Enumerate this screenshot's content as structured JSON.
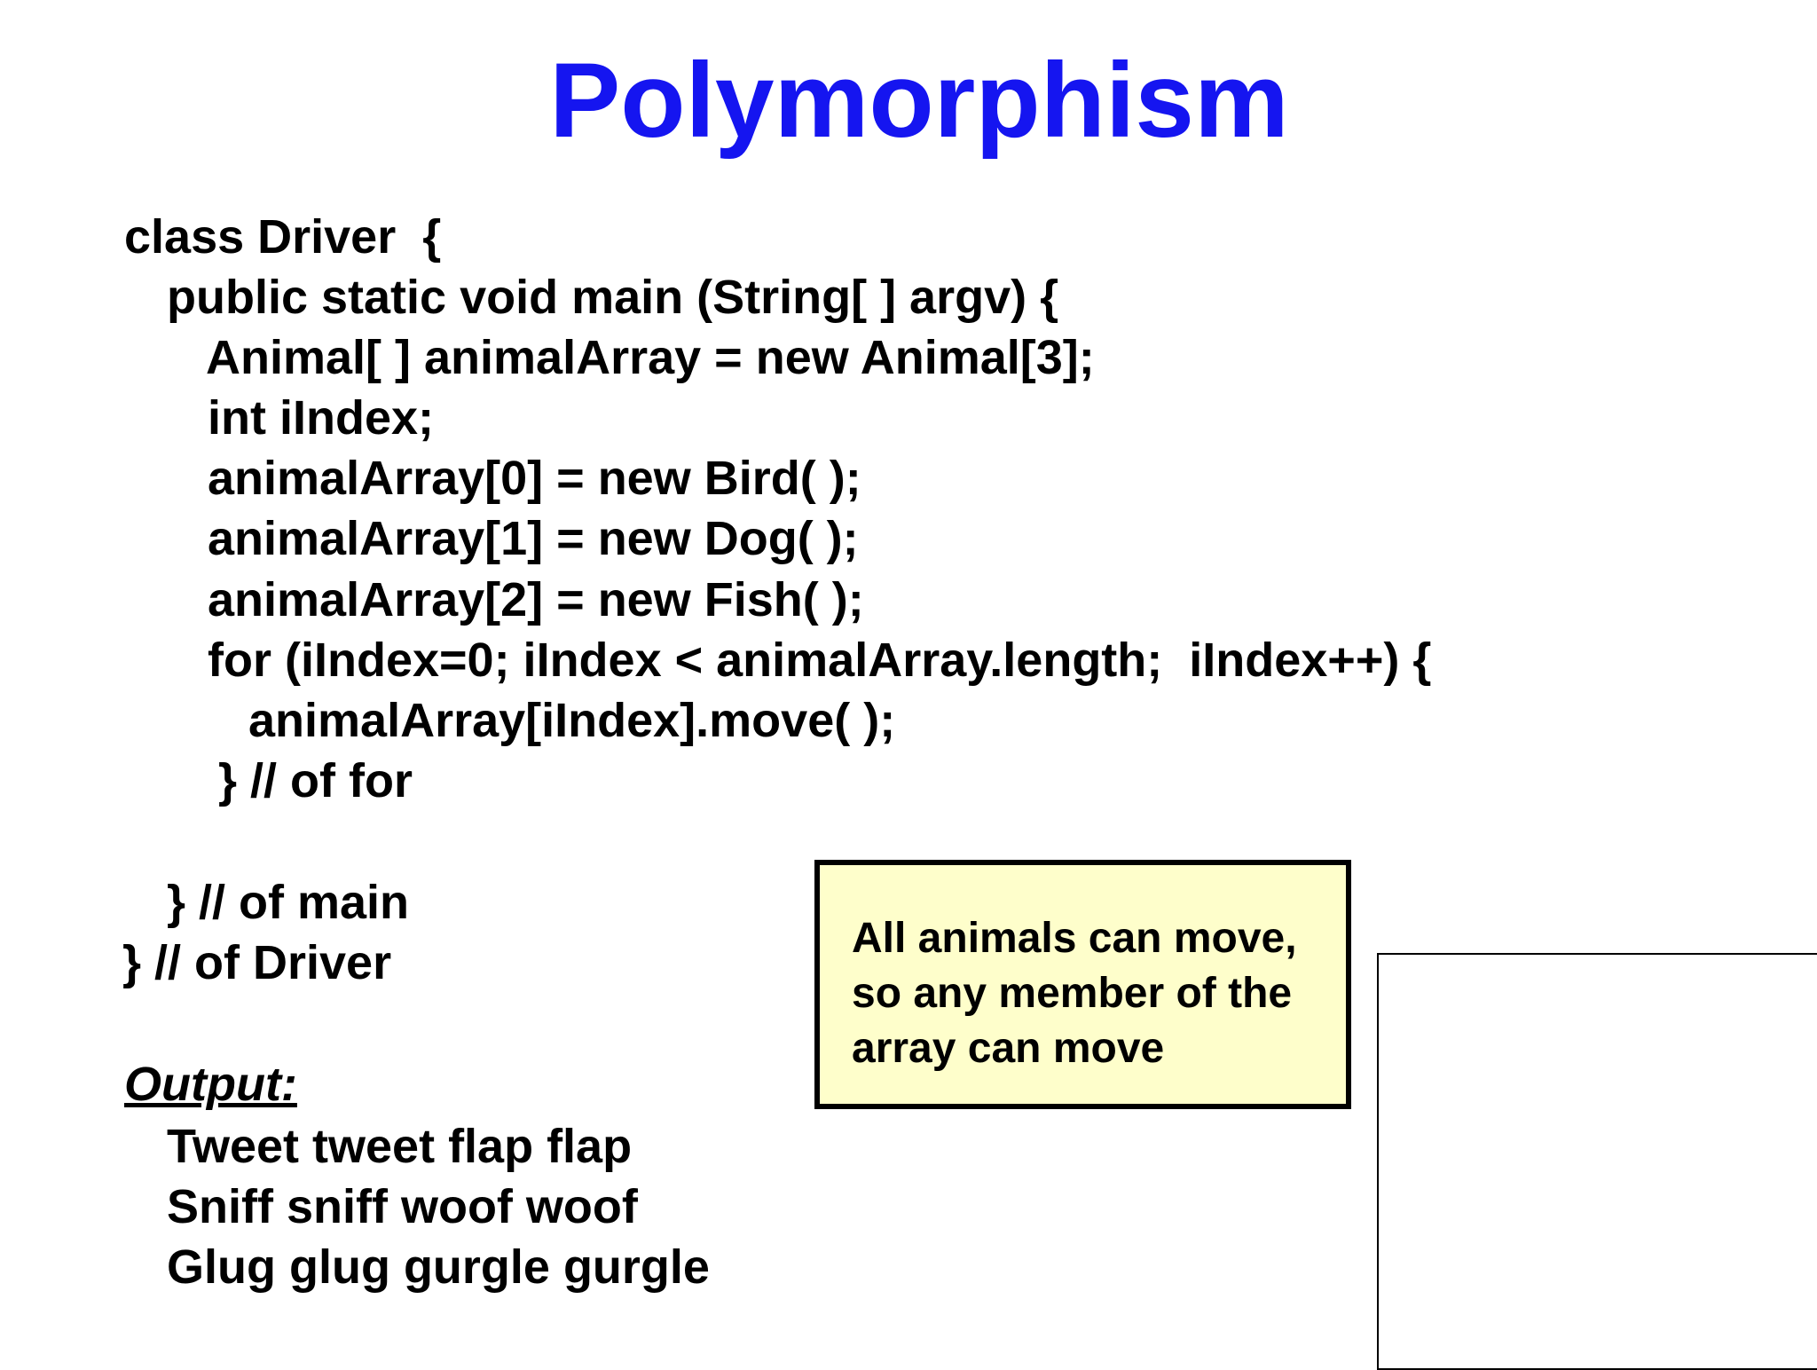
{
  "title": "Polymorphism",
  "code_lines": [
    "class Driver  {",
    "public static void main (String[ ] argv) {",
    "Animal[ ] animalArray = new Animal[3];",
    "int iIndex;",
    "animalArray[0] = new Bird( );",
    "animalArray[1] = new Dog( );",
    "animalArray[2] = new Fish( );",
    "for (iIndex=0; iIndex < animalArray.length;  iIndex++) {",
    "animalArray[iIndex].move( );",
    "} // of for",
    "} // of main",
    "} // of Driver"
  ],
  "output": {
    "heading": "Output:",
    "lines": [
      "Tweet tweet flap flap",
      "Sniff sniff woof woof",
      "Glug glug gurgle gurgle"
    ]
  },
  "callout": {
    "lines": [
      "All animals can move,",
      "so any member of the",
      "array can move"
    ]
  },
  "colors": {
    "title": "#1515f0",
    "callout_background": "#fefecb",
    "text": "#000000"
  }
}
